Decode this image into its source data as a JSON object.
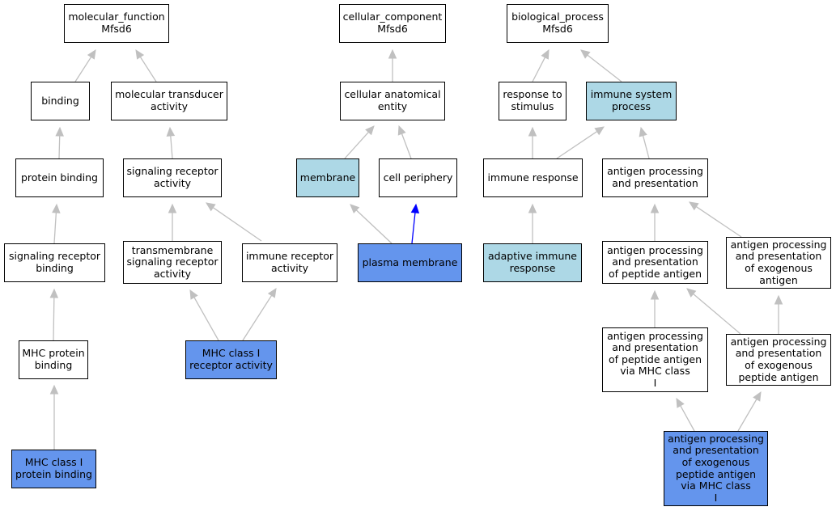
{
  "colors": {
    "background": "#ffffff",
    "node_default": "#ffffff",
    "node_highlight_light": "#add8e6",
    "node_highlight_dark": "#6495ed",
    "edge_default": "#c0c0c0",
    "edge_highlight": "#0000ff"
  },
  "nodes": [
    {
      "id": "mf_root",
      "label": "molecular_function\nMfsd6",
      "style": "default"
    },
    {
      "id": "binding",
      "label": "binding",
      "style": "default"
    },
    {
      "id": "mol_transducer",
      "label": "molecular transducer\nactivity",
      "style": "default"
    },
    {
      "id": "protein_binding",
      "label": "protein binding",
      "style": "default"
    },
    {
      "id": "sig_rec_activity",
      "label": "signaling receptor\nactivity",
      "style": "default"
    },
    {
      "id": "sig_rec_binding",
      "label": "signaling receptor\nbinding",
      "style": "default"
    },
    {
      "id": "tm_sig_rec",
      "label": "transmembrane\nsignaling receptor\nactivity",
      "style": "default"
    },
    {
      "id": "immune_rec",
      "label": "immune receptor\nactivity",
      "style": "default"
    },
    {
      "id": "mhc_protein_binding",
      "label": "MHC protein\nbinding",
      "style": "default"
    },
    {
      "id": "mhc1_receptor",
      "label": "MHC class I\nreceptor activity",
      "style": "dark"
    },
    {
      "id": "mhc1_protein_binding",
      "label": "MHC class I\nprotein binding",
      "style": "dark"
    },
    {
      "id": "cc_root",
      "label": "cellular_component\nMfsd6",
      "style": "default"
    },
    {
      "id": "cell_anat",
      "label": "cellular anatomical\nentity",
      "style": "default"
    },
    {
      "id": "membrane",
      "label": "membrane",
      "style": "light"
    },
    {
      "id": "cell_periphery",
      "label": "cell periphery",
      "style": "default"
    },
    {
      "id": "plasma_membrane",
      "label": "plasma membrane",
      "style": "dark"
    },
    {
      "id": "bp_root",
      "label": "biological_process\nMfsd6",
      "style": "default"
    },
    {
      "id": "resp_stimulus",
      "label": "response to\nstimulus",
      "style": "default"
    },
    {
      "id": "immune_sys",
      "label": "immune system\nprocess",
      "style": "light"
    },
    {
      "id": "immune_resp",
      "label": "immune response",
      "style": "default"
    },
    {
      "id": "ag_proc",
      "label": "antigen processing\nand presentation",
      "style": "default"
    },
    {
      "id": "adaptive",
      "label": "adaptive immune\nresponse",
      "style": "light"
    },
    {
      "id": "ag_pep",
      "label": "antigen processing\nand presentation\nof peptide antigen",
      "style": "default"
    },
    {
      "id": "ag_exo",
      "label": "antigen processing\nand presentation\nof exogenous\nantigen",
      "style": "default"
    },
    {
      "id": "ag_pep_mhc1",
      "label": "antigen processing\nand presentation\nof peptide antigen\nvia MHC class\nI",
      "style": "default"
    },
    {
      "id": "ag_exo_pep",
      "label": "antigen processing\nand presentation\nof exogenous\npeptide antigen",
      "style": "default"
    },
    {
      "id": "ag_exo_pep_mhc1",
      "label": "antigen processing\nand presentation\nof exogenous\npeptide antigen\nvia MHC class\nI",
      "style": "dark"
    }
  ],
  "edges": [
    {
      "from": "binding",
      "to": "mf_root",
      "style": "default"
    },
    {
      "from": "mol_transducer",
      "to": "mf_root",
      "style": "default"
    },
    {
      "from": "protein_binding",
      "to": "binding",
      "style": "default"
    },
    {
      "from": "sig_rec_activity",
      "to": "mol_transducer",
      "style": "default"
    },
    {
      "from": "sig_rec_binding",
      "to": "protein_binding",
      "style": "default"
    },
    {
      "from": "tm_sig_rec",
      "to": "sig_rec_activity",
      "style": "default"
    },
    {
      "from": "immune_rec",
      "to": "sig_rec_activity",
      "style": "default"
    },
    {
      "from": "mhc_protein_binding",
      "to": "sig_rec_binding",
      "style": "default"
    },
    {
      "from": "mhc1_receptor",
      "to": "tm_sig_rec",
      "style": "default"
    },
    {
      "from": "mhc1_receptor",
      "to": "immune_rec",
      "style": "default"
    },
    {
      "from": "mhc1_protein_binding",
      "to": "mhc_protein_binding",
      "style": "default"
    },
    {
      "from": "cell_anat",
      "to": "cc_root",
      "style": "default"
    },
    {
      "from": "membrane",
      "to": "cell_anat",
      "style": "default"
    },
    {
      "from": "cell_periphery",
      "to": "cell_anat",
      "style": "default"
    },
    {
      "from": "plasma_membrane",
      "to": "membrane",
      "style": "default"
    },
    {
      "from": "plasma_membrane",
      "to": "cell_periphery",
      "style": "blue"
    },
    {
      "from": "resp_stimulus",
      "to": "bp_root",
      "style": "default"
    },
    {
      "from": "immune_sys",
      "to": "bp_root",
      "style": "default"
    },
    {
      "from": "immune_resp",
      "to": "resp_stimulus",
      "style": "default"
    },
    {
      "from": "immune_resp",
      "to": "immune_sys",
      "style": "default"
    },
    {
      "from": "ag_proc",
      "to": "immune_sys",
      "style": "default"
    },
    {
      "from": "adaptive",
      "to": "immune_resp",
      "style": "default"
    },
    {
      "from": "ag_pep",
      "to": "ag_proc",
      "style": "default"
    },
    {
      "from": "ag_exo",
      "to": "ag_proc",
      "style": "default"
    },
    {
      "from": "ag_pep_mhc1",
      "to": "ag_pep",
      "style": "default"
    },
    {
      "from": "ag_exo_pep",
      "to": "ag_pep",
      "style": "default"
    },
    {
      "from": "ag_exo_pep",
      "to": "ag_exo",
      "style": "default"
    },
    {
      "from": "ag_exo_pep_mhc1",
      "to": "ag_pep_mhc1",
      "style": "default"
    },
    {
      "from": "ag_exo_pep_mhc1",
      "to": "ag_exo_pep",
      "style": "default"
    }
  ]
}
